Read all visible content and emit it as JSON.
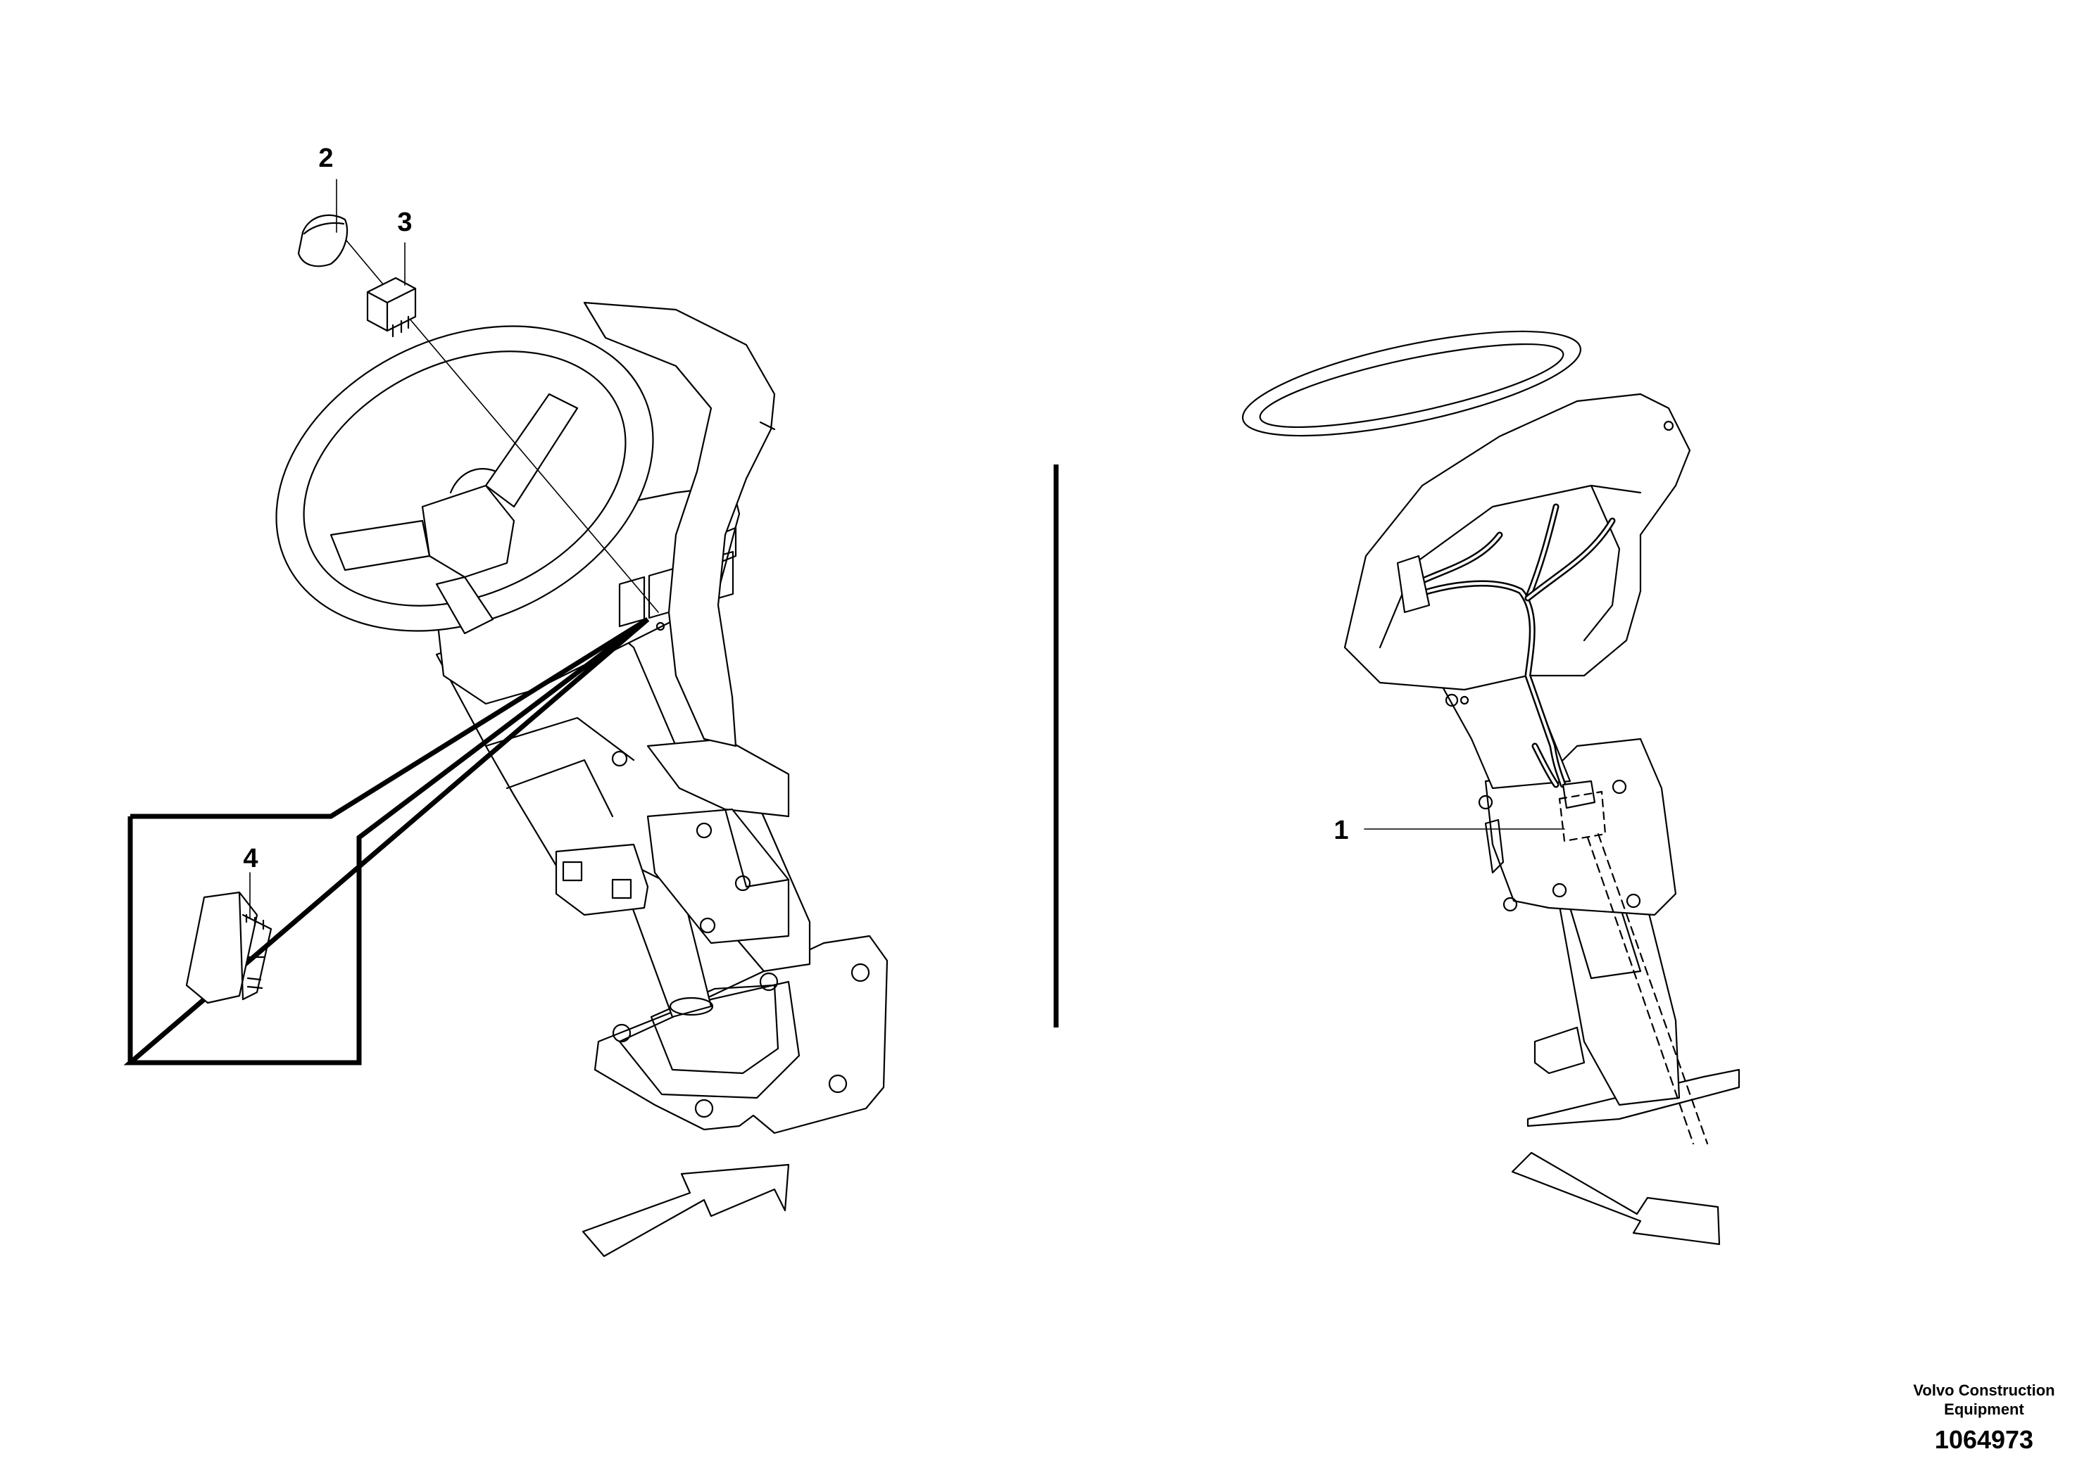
{
  "diagram": {
    "callouts": [
      {
        "id": "2",
        "label": "2"
      },
      {
        "id": "3",
        "label": "3"
      },
      {
        "id": "4",
        "label": "4"
      },
      {
        "id": "1",
        "label": "1"
      }
    ],
    "publisher_line1": "Volvo Construction",
    "publisher_line2": "Equipment",
    "document_number": "1064973"
  }
}
